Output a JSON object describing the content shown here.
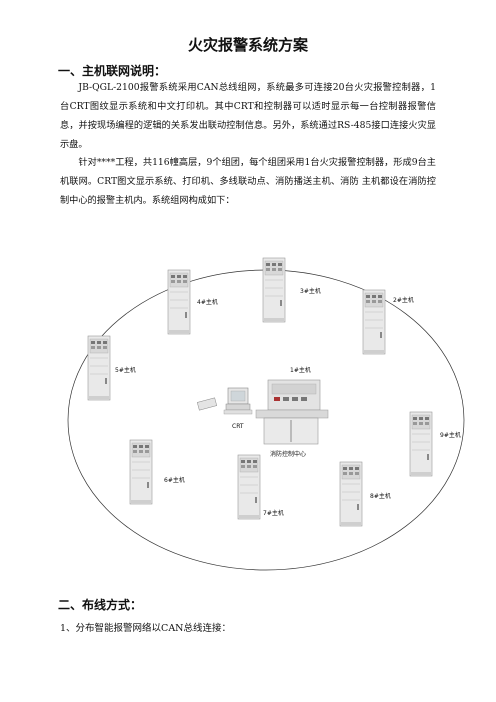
{
  "title": "火灾报警系统方案",
  "section1": {
    "heading": "一、主机联网说明：",
    "para1": "JB-QGL-2100报警系统采用CAN总线组网，系统最多可连接20台火灾报警控制器，1台CRT图纹显示系统和中文打印机。其中CRT和控制器可以适时显示每一台控制器报警信息，并按现场编程的逻辑的关系发出联动控制信息。另外，系统通过RS-485接口连接火灾显示盘。",
    "para2": "针对****工程，共116幢高层，9个组团，每个组团采用1台火灾报警控制器，形成9台主机联网。CRT图文显示系统、打印机、多线联动点、消防播送主机、消防 主机都设在消防控制中心的报警主机内。系统组网构成如下："
  },
  "diagram": {
    "host_labels": [
      "1#主机",
      "2#主机",
      "3#主机",
      "4#主机",
      "5#主机",
      "6#主机",
      "7#主机",
      "8#主机",
      "9#主机"
    ],
    "crt_label": "CRT",
    "center_label": "消防控制中心"
  },
  "section2": {
    "heading": "二、布线方式：",
    "item1": "1、分布智能报警网络以CAN总线连接："
  }
}
